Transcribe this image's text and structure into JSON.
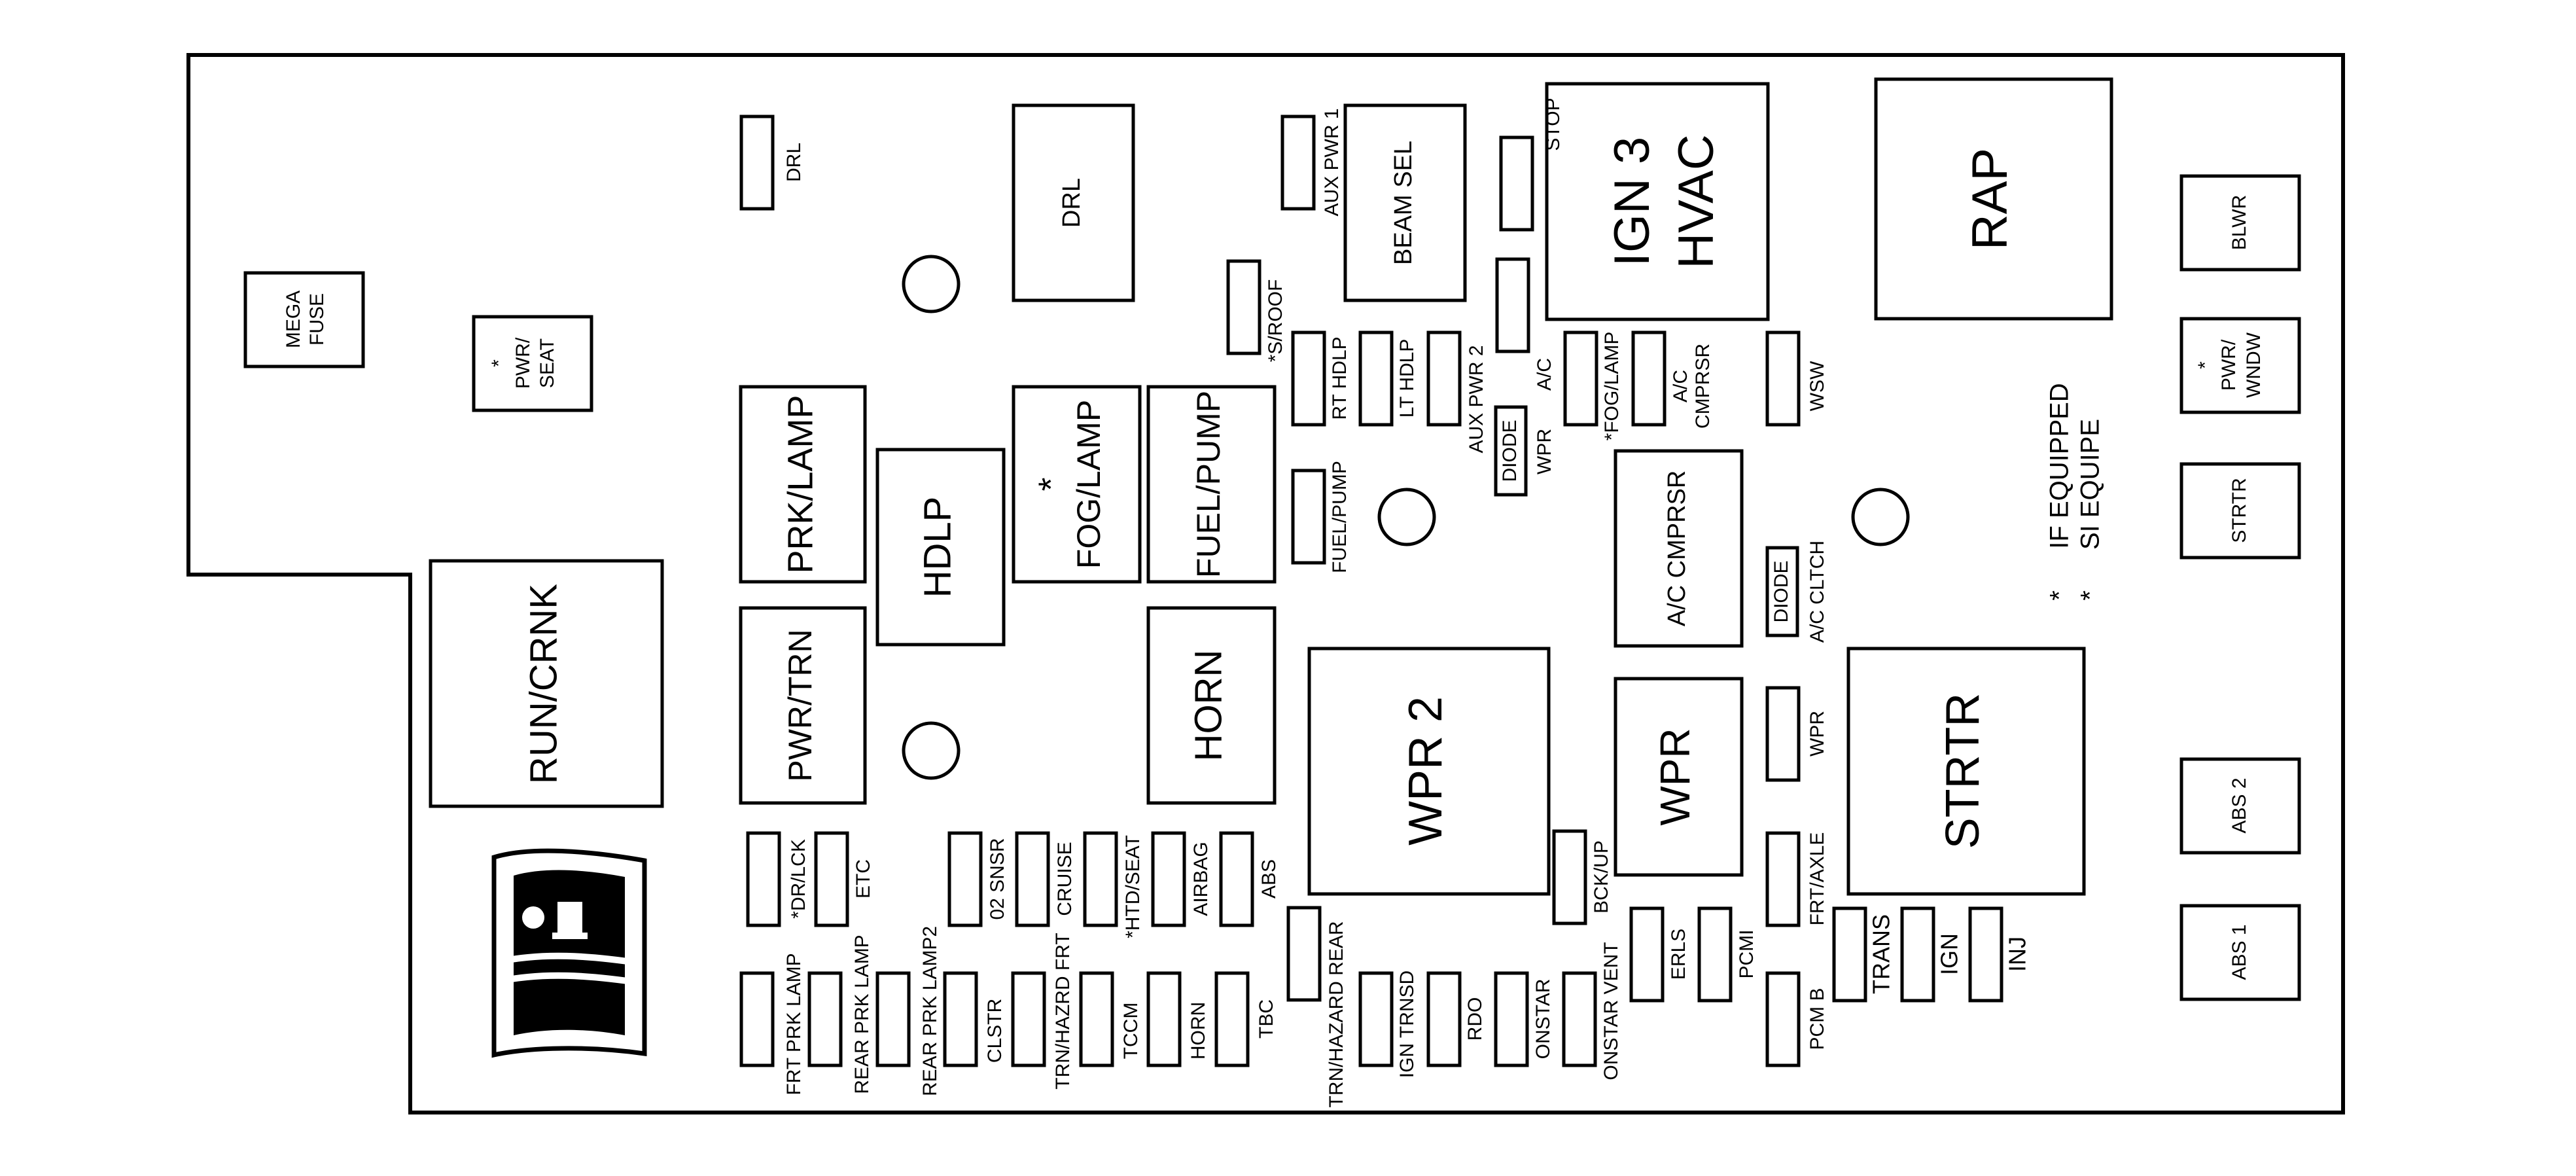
{
  "fuses": {
    "drl_small": "DRL",
    "mega_fuse_1": "MEGA",
    "mega_fuse_2": "FUSE",
    "pwr_seat_star": "*",
    "pwr_seat_1": "PWR/",
    "pwr_seat_2": "SEAT",
    "aux_pwr_1": "AUX PWR 1",
    "stop": "STOP",
    "s_roof": "*S/ROOF",
    "rt_hdlp": "RT HDLP",
    "lt_hdlp": "LT HDLP",
    "aux_pwr_2": "AUX PWR 2",
    "wpr_small": "WPR",
    "ac_small": "A/C",
    "fog_lamp_small": "*FOG/LAMP",
    "ac_cmprsr_small_1": "A/C",
    "ac_cmprsr_small_2": "CMPRSR",
    "wsw": "WSW",
    "fuel_pump_small": "FUEL/PUMP",
    "blwr": "BLWR",
    "pwr_wndw_star": "*",
    "pwr_wndw_1": "PWR/",
    "pwr_wndw_2": "WNDW",
    "strtr_small": "STRTR",
    "ac_clutch": "A/C CLTCH",
    "wpr_fuse_right": "WPR",
    "frt_axle": "FRT/AXLE",
    "abs_2": "ABS 2",
    "abs_1": "ABS 1",
    "dr_lck": "*DR/LCK",
    "etc": "ETC",
    "o2_snsr": "02 SNSR",
    "cruise": "CRUISE",
    "htd_seat": "*HTD/SEAT",
    "airbag": "AIRBAG",
    "abs": "ABS",
    "trn_hazard_rear": "TRN/HAZARD REAR",
    "bck_up": "BCK/UP",
    "erls": "ERLS",
    "pcmi": "PCMI",
    "trans": "TRANS",
    "ign": "IGN",
    "inj": "INJ",
    "frt_prk_lamp": "FRT PRK LAMP",
    "rear_prk_lamp": "REAR PRK LAMP",
    "rear_prk_lamp2": "REAR PRK LAMP2",
    "clstr": "CLSTR",
    "trn_hazrd_frt": "TRN/HAZRD FRT",
    "tccm": "TCCM",
    "horn_small": "HORN",
    "tbc": "TBC",
    "ign_trnsd": "IGN TRNSD",
    "rdo": "RDO",
    "onstar": "ONSTAR",
    "onstar_vent": "ONSTAR VENT",
    "pcm_b": "PCM B"
  },
  "relays": {
    "drl": "DRL",
    "beam_sel": "BEAM SEL",
    "ign3_hvac_1": "IGN 3",
    "ign3_hvac_2": "HVAC",
    "rap": "RAP",
    "prk_lamp": "PRK/LAMP",
    "hdlp": "HDLP",
    "fog_lamp_star": "*",
    "fog_lamp": "FOG/LAMP",
    "fuel_pump": "FUEL/PUMP",
    "ac_cmprsr": "A/C CMPRSR",
    "run_crnk": "RUN/CRNK",
    "pwr_trn": "PWR/TRN",
    "horn": "HORN",
    "wpr2": "WPR 2",
    "wpr": "WPR",
    "strtr": "STRTR"
  },
  "diodes": {
    "diode_1": "DIODE",
    "diode_2": "DIODE"
  },
  "legend": {
    "star_1": "*",
    "line_1": "IF EQUIPPED",
    "star_2": "*",
    "line_2": "SI EQUIPE"
  },
  "icons": {
    "manual": "owner-manual-book-icon"
  },
  "colors": {
    "ink": "#000000",
    "background": "#ffffff"
  }
}
